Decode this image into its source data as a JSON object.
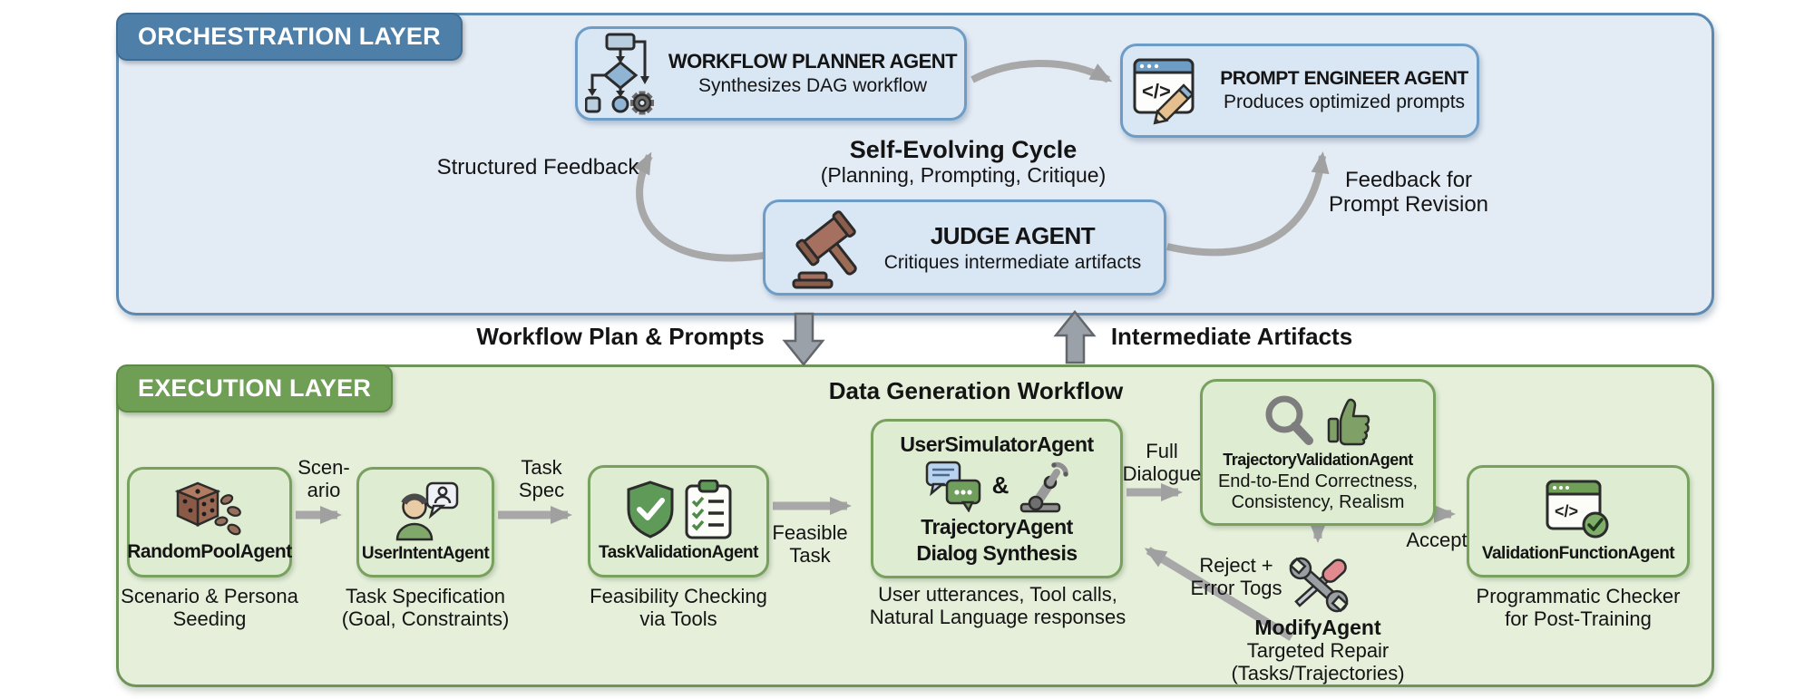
{
  "colors": {
    "orchestration_fill": "#e3ebf5",
    "orchestration_border": "#5d89b0",
    "orchestration_tab": "#4d7fa8",
    "orchestration_box_fill": "#d9e6f4",
    "orchestration_box_border": "#6d9dc7",
    "execution_fill": "#e5efda",
    "execution_border": "#6f9459",
    "execution_tab": "#6f9e55",
    "execution_box_fill": "#deecd2",
    "execution_box_border": "#78a05e",
    "arrow_gray": "#a0a0a0",
    "text": "#141414"
  },
  "orchestration": {
    "title": "ORCHESTRATION LAYER",
    "planner": {
      "name": "WORKFLOW PLANNER AGENT",
      "desc": "Synthesizes DAG workflow"
    },
    "prompt_engineer": {
      "name": "PROMPT ENGINEER AGENT",
      "desc": "Produces optimized prompts"
    },
    "judge": {
      "name": "JUDGE AGENT",
      "desc": "Critiques intermediate artifacts"
    },
    "cycle_title": "Self-Evolving Cycle",
    "cycle_subtitle": "(Planning, Prompting, Critique)",
    "structured_feedback": "Structured Feedback",
    "feedback_revision": "Feedback for\nPrompt Revision"
  },
  "interlayer": {
    "down_label": "Workflow Plan & Prompts",
    "up_label": "Intermediate Artifacts"
  },
  "execution": {
    "title": "EXECUTION LAYER",
    "workflow_title": "Data Generation Workflow",
    "random_pool": {
      "name": "RandomPoolAgent",
      "caption": "Scenario & Persona\nSeeding"
    },
    "user_intent": {
      "name": "UserIntentAgent",
      "caption": "Task Specification\n(Goal, Constraints)"
    },
    "task_validation": {
      "name": "TaskValidationAgent",
      "caption": "Feasibility Checking\nvia Tools"
    },
    "user_simulator": {
      "title": "UserSimulatorAgent",
      "amp": "&",
      "subtitle1": "TrajectoryAgent",
      "subtitle2": "Dialog Synthesis",
      "caption": "User utterances, Tool calls,\nNatural Language responses"
    },
    "trajectory_validation": {
      "name": "TrajectoryValidationAgent",
      "desc": "End-to-End Correctness,\nConsistency, Realism"
    },
    "modify": {
      "name": "ModifyAgent",
      "desc": "Targeted Repair\n(Tasks/Trajectories)"
    },
    "validation_function": {
      "name": "ValidationFunctionAgent",
      "caption": "Programmatic Checker\nfor Post-Training"
    },
    "edges": {
      "scenario": "Scen-\nario",
      "task_spec": "Task\nSpec",
      "feasible_task": "Feasible\nTask",
      "full_dialogue": "Full\nDialogue",
      "reject_error": "Reject +\nError Togs",
      "accept": "Accept"
    }
  }
}
